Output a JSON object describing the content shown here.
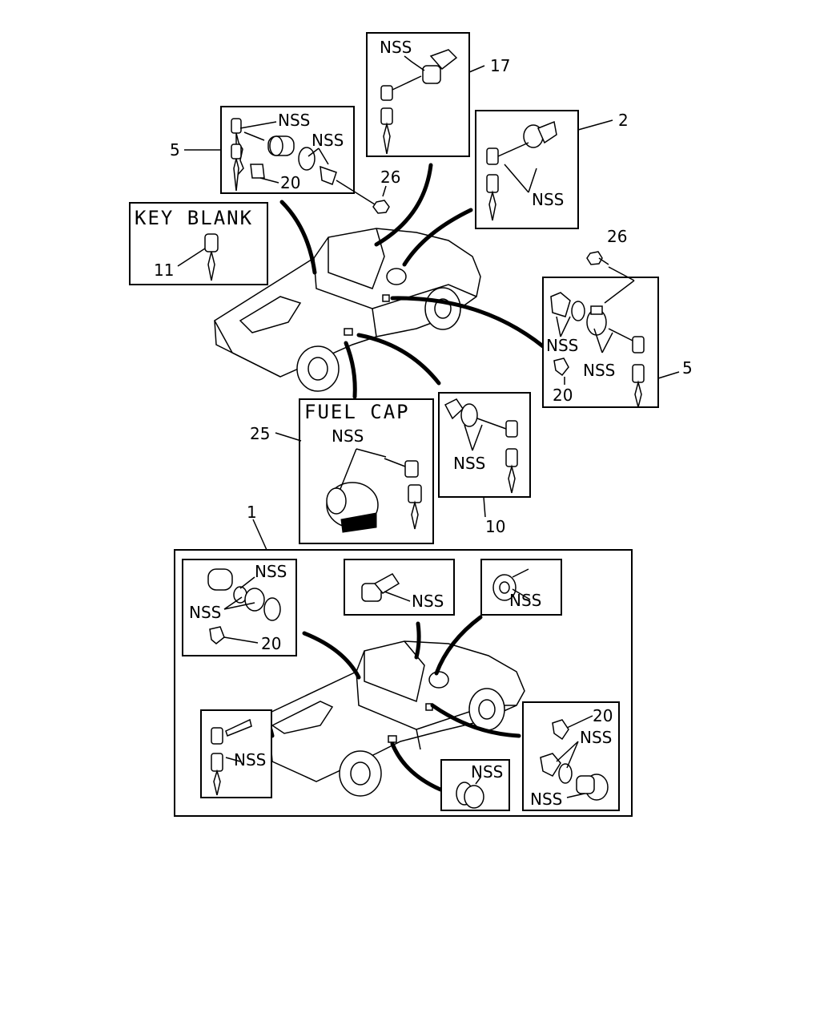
{
  "diagram": {
    "headers": {
      "key_blank": "KEY BLANK",
      "fuel_cap": "FUEL CAP"
    },
    "callouts": {
      "c1": "1",
      "c2": "2",
      "c5_left": "5",
      "c5_right": "5",
      "c10": "10",
      "c11": "11",
      "c17": "17",
      "c20_a": "20",
      "c20_b": "20",
      "c20_c": "20",
      "c20_d": "20",
      "c25": "25",
      "c26_a": "26",
      "c26_b": "26"
    },
    "nss": "NSS"
  }
}
